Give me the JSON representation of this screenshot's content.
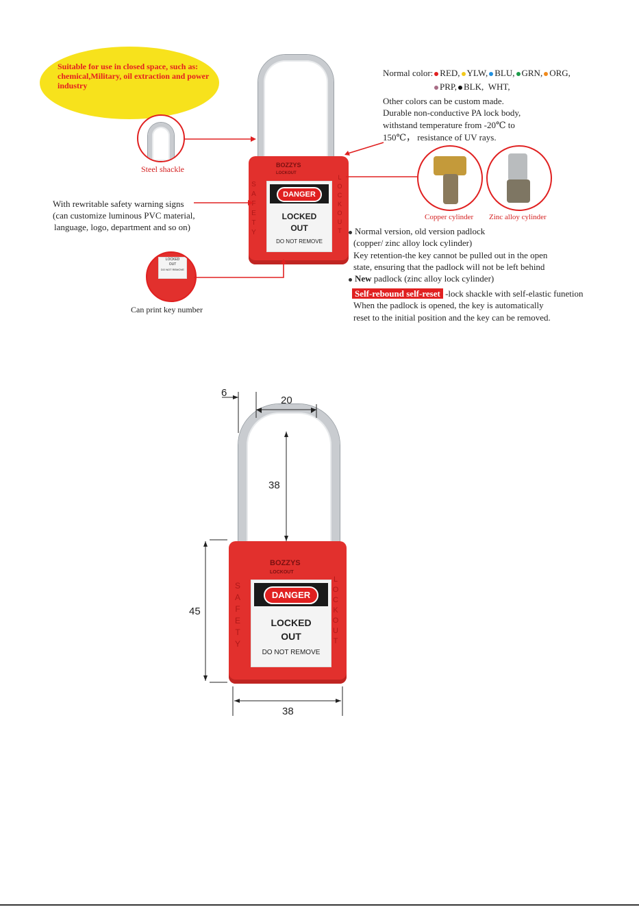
{
  "callout": {
    "text": "Suitable for use in closed space, such as: chemical,Military, oil extraction and power industry"
  },
  "colors": {
    "line1_prefix": "Normal color:",
    "line1": [
      {
        "dot": "#e02020",
        "name": "RED,"
      },
      {
        "dot": "#f2c81b",
        "name": "YLW,"
      },
      {
        "dot": "#1f8fe0",
        "name": "BLU,"
      },
      {
        "dot": "#1e9c4a",
        "name": "GRN,"
      },
      {
        "dot": "#f08a1c",
        "name": "ORG,"
      }
    ],
    "line2": [
      {
        "dot": "#a86d86",
        "name": "PRP,"
      },
      {
        "dot": "#111111",
        "name": "BLK,"
      },
      {
        "dot": "",
        "name": "WHT,"
      }
    ],
    "custom": "Other colors can be custom made.",
    "body1": "Durable non-conductive PA lock body,",
    "body2": "withstand temperature from -20℃ to",
    "body3": "150℃，  resistance of UV rays."
  },
  "steel_shackle": {
    "caption": "Steel shackle"
  },
  "warning_signs": {
    "line1": "With rewritable safety warning signs",
    "line2": "(can customize luminous PVC material,",
    "line3": "language, logo, department and so on)"
  },
  "key_number": {
    "caption": "Can print key number",
    "tag_line1": "LOCKED",
    "tag_line2": "OUT",
    "tag_line3": "DO NOT REMOVE"
  },
  "cylinders": {
    "copper": "Copper cylinder",
    "zinc": "Zinc alloy cylinder"
  },
  "versions": {
    "normal_line1": "Normal version, old version padlock",
    "normal_line2": "(copper/ zinc alloy lock cylinder)",
    "normal_line3": "Key retention-the key cannot be pulled out in the open",
    "normal_line4": "state, ensuring that the padlock will not be left behind",
    "new_bold": "New",
    "new_rest": " padlock (zinc alloy lock cylinder)",
    "rebound_badge": "Self-rebound self-reset",
    "rebound_rest": " -lock shackle with self-elastic funetion",
    "rebound_line2": "When the padlock is opened, the key is automatically",
    "rebound_line3": "reset to the initial position and the key can be removed."
  },
  "lock_label": {
    "brand": "BOZZYS",
    "brand_sub": "LOCKOUT",
    "danger": "DANGER",
    "locked": "LOCKED",
    "out": "OUT",
    "do_not_remove": "DO NOT REMOVE",
    "left_side": "SAFETY",
    "right_side": "LOCKOUT"
  },
  "dimensions": {
    "shackle_thickness": "6",
    "shackle_width": "20",
    "shackle_height": "38",
    "body_height": "45",
    "body_width": "38"
  }
}
